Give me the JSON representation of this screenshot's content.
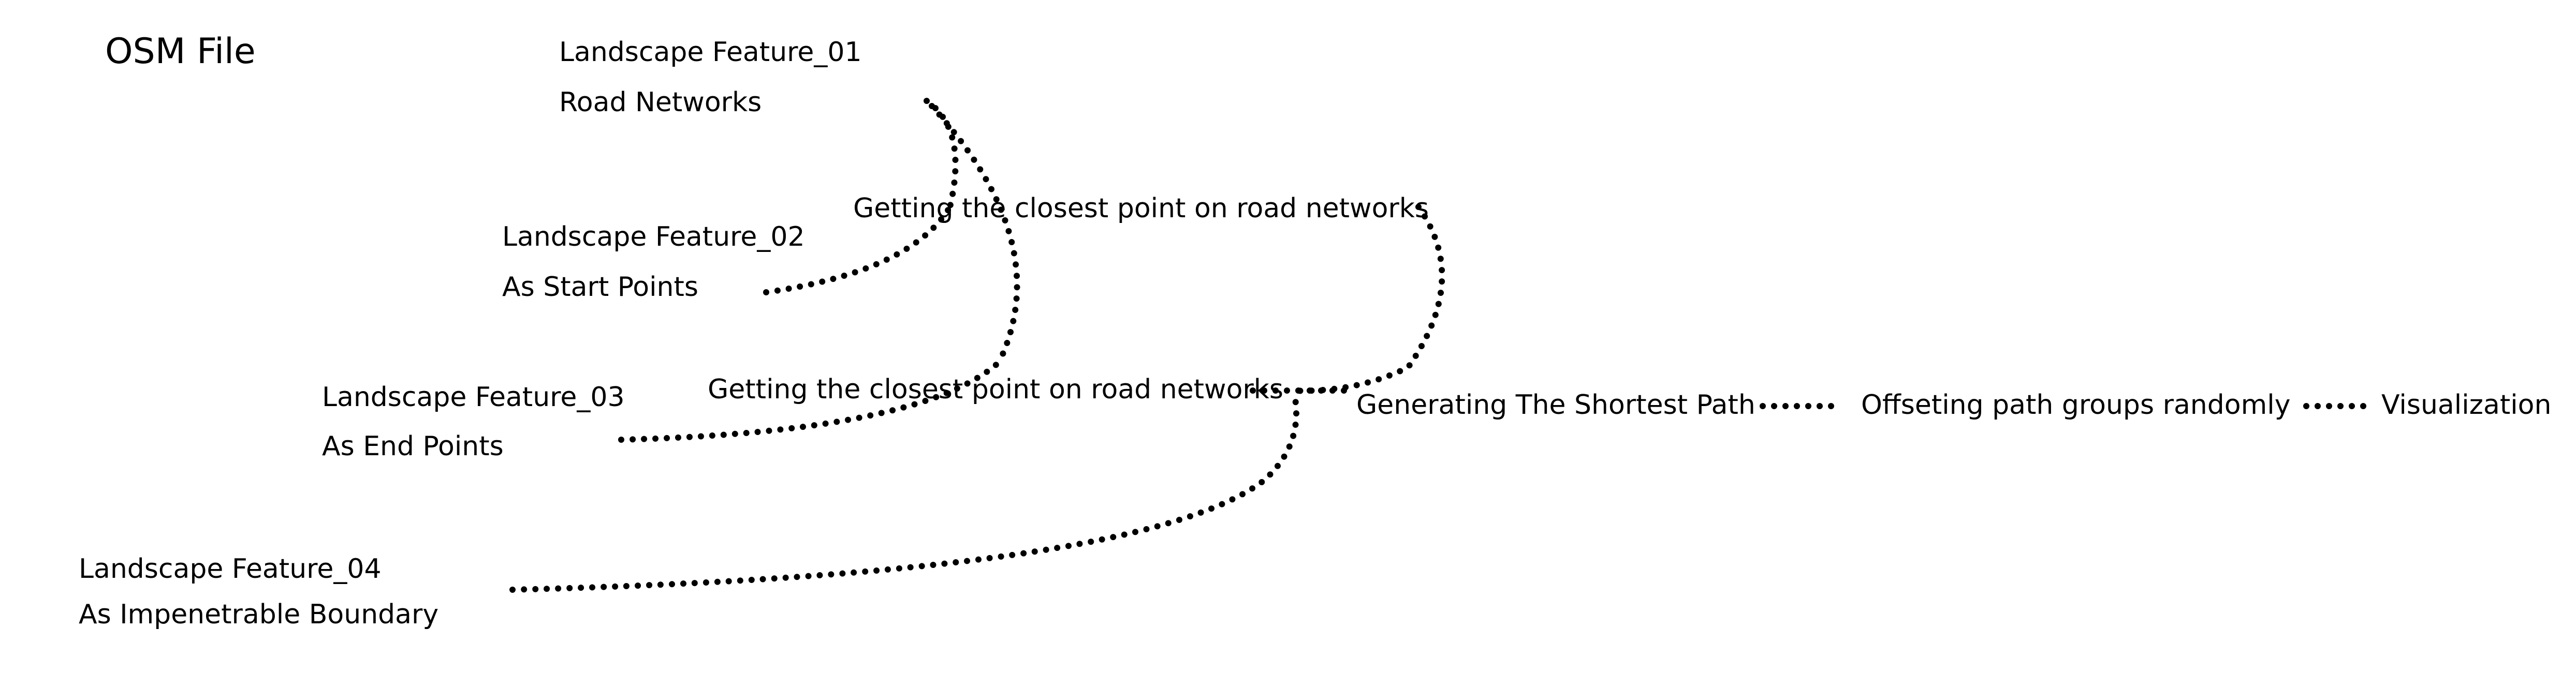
{
  "title": "OSM File",
  "features": [
    {
      "name": "Landscape Feature_01",
      "role": "Road Networks"
    },
    {
      "name": "Landscape Feature_02",
      "role": "As Start Points"
    },
    {
      "name": "Landscape Feature_03",
      "role": "As End Points"
    },
    {
      "name": "Landscape Feature_04",
      "role": "As Impenetrable Boundary"
    }
  ],
  "steps": {
    "closest_point_start": "Getting the closest point on road networks",
    "closest_point_end": "Getting the closest point on road networks",
    "shortest_path": "Generating The Shortest Path",
    "offset": "Offseting path groups randomly",
    "visualization": "Visualization"
  },
  "style": {
    "text_color": "#000000",
    "connector_color": "#000000",
    "connector_style": "dotted"
  }
}
